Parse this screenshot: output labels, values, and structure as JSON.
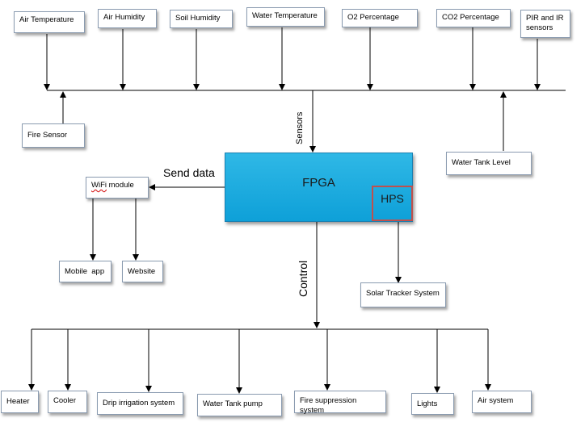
{
  "sensors_top": [
    "Air Temperature",
    "Air Humidity",
    "Soil Humidity",
    "Water Temperature",
    "O2 Percentage",
    "CO2 Percentage"
  ],
  "pir_sensor": [
    "PIR and IR",
    "sensors"
  ],
  "fire_sensor": "Fire Sensor",
  "water_tank_level": "Water Tank Level",
  "sensors_label": "Sensors",
  "fpga": {
    "label": "FPGA",
    "hps_label": "HPS"
  },
  "send_data_label": "Send data",
  "wifi_module": {
    "wifi": "WiFi",
    "rest": " module"
  },
  "mobile_app": "Mobile  app",
  "website": "Website",
  "solar_tracker": "Solar Tracker System",
  "control_label": "Control",
  "actuators": [
    "Heater",
    "Cooler",
    "Drip irrigation system",
    "Water Tank pump",
    "Fire suppression system",
    "Lights",
    "Air system"
  ],
  "colors": {
    "fpga_fill": "#16a7dd",
    "hps_border": "#c0504d",
    "box_border": "#8a9bb0",
    "wifi_underline": "#d00000"
  }
}
